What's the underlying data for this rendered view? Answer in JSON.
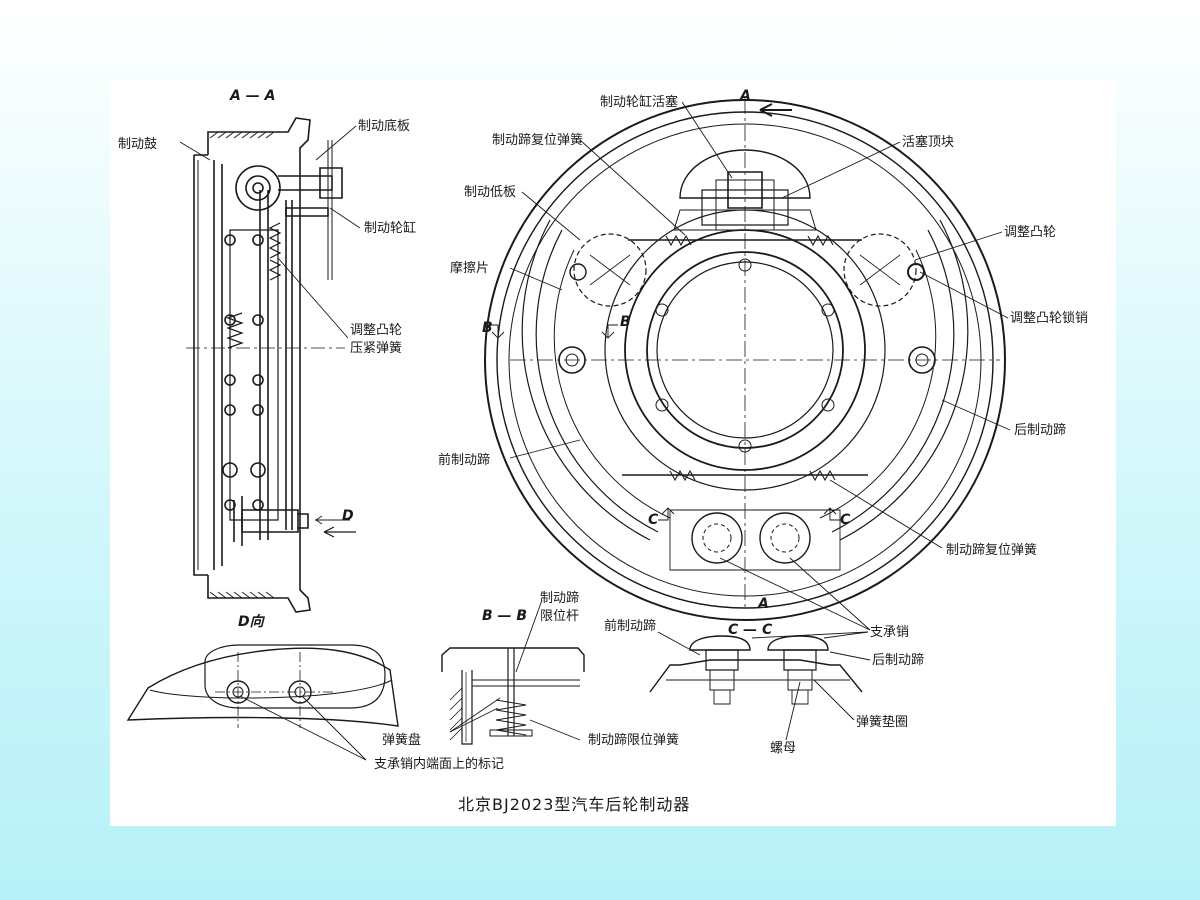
{
  "labels": {
    "section_aa": "A — A",
    "section_dd": "D向",
    "section_bb": "B — B",
    "section_cc": "C — C",
    "marker_a_top": "A",
    "marker_a_bottom": "A",
    "marker_b_left": "B",
    "marker_b_right": "B",
    "marker_c_left": "C",
    "marker_c_right": "C",
    "marker_d": "D",
    "brake_drum": "制动鼓",
    "brake_backplate_left": "制动底板",
    "wheel_cylinder": "制动轮缸",
    "adjust_cam_spring_1": "调整凸轮",
    "adjust_cam_spring_2": "压紧弹簧",
    "wheel_cylinder_piston": "制动轮缸活塞",
    "shoe_return_spring_top": "制动蹄复位弹簧",
    "brake_backplate_main": "制动低板",
    "friction_lining": "摩擦片",
    "piston_push_block": "活塞顶块",
    "adjust_cam": "调整凸轮",
    "adjust_cam_lock_pin": "调整凸轮锁销",
    "rear_shoe_main": "后制动蹄",
    "front_shoe_main": "前制动蹄",
    "shoe_return_spring_bottom": "制动蹄复位弹簧",
    "limit_rod_1": "制动蹄",
    "limit_rod_2": "限位杆",
    "support_pin": "支承销",
    "front_shoe_cc": "前制动蹄",
    "rear_shoe_cc": "后制动蹄",
    "spring_washer": "弹簧垫圈",
    "nut": "螺母",
    "spring_seat": "弹簧盘",
    "limit_spring": "制动蹄限位弹簧",
    "pin_marks": "支承销内端面上的标记"
  },
  "caption": "北京BJ2023型汽车后轮制动器",
  "colors": {
    "ink": "#1a1a1a",
    "background": "#b6f1f7"
  }
}
